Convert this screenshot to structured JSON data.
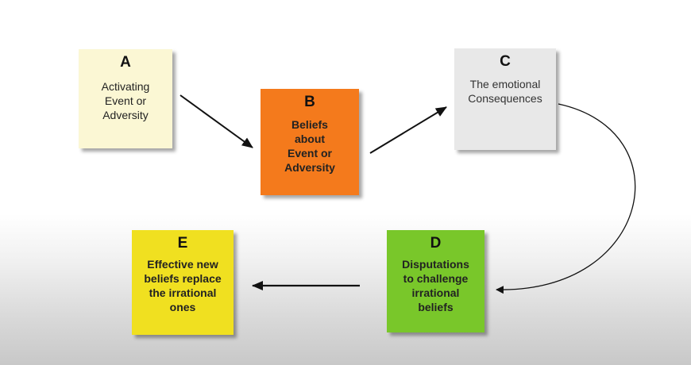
{
  "boxes": {
    "a": {
      "letter": "A",
      "lines": [
        "Activating",
        "Event or",
        "Adversity"
      ],
      "color": "#fbf7d4"
    },
    "b": {
      "letter": "B",
      "lines": [
        "Beliefs",
        "about",
        "Event or",
        "Adversity"
      ],
      "color": "#f47a1c"
    },
    "c": {
      "letter": "C",
      "lines": [
        "The emotional",
        "Consequences"
      ],
      "color": "#e8e8e8"
    },
    "d": {
      "letter": "D",
      "lines": [
        "Disputations",
        "to challenge",
        "irrational",
        "beliefs"
      ],
      "color": "#79c72a"
    },
    "e": {
      "letter": "E",
      "lines": [
        "Effective new",
        "beliefs replace",
        "the irrational",
        "ones"
      ],
      "color": "#f0e020"
    }
  }
}
